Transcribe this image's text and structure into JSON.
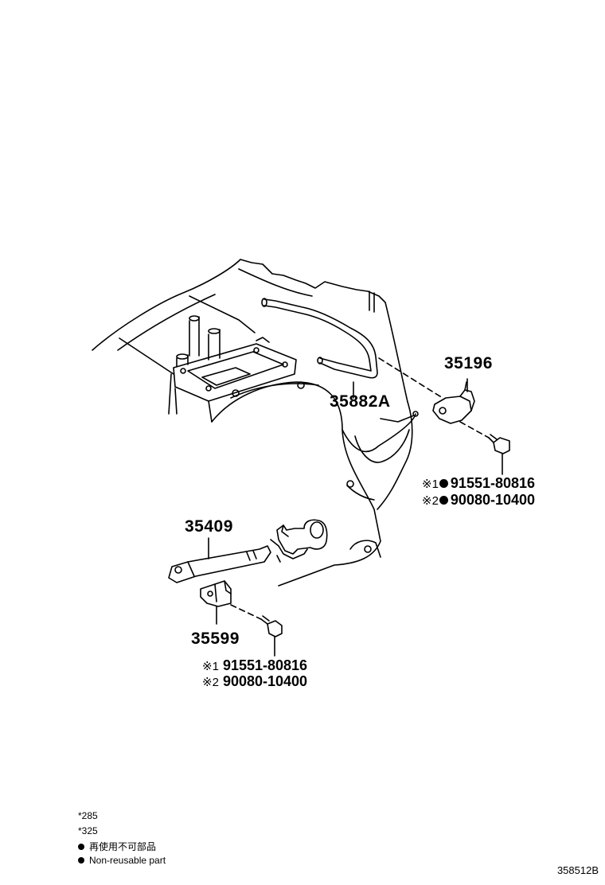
{
  "parts": {
    "p35196": "35196",
    "p35882a": "35882A",
    "p35409": "35409",
    "p35599": "35599"
  },
  "refs_top": {
    "line1_mark": "※1",
    "line1_number": "91551-80816",
    "line2_mark": "※2",
    "line2_number": "90080-10400"
  },
  "refs_bottom": {
    "line1_mark": "※1",
    "line1_number": "91551-80816",
    "line2_mark": "※2",
    "line2_number": "90080-10400"
  },
  "legend": {
    "star1": "*285",
    "star2": "*325",
    "nonreusable_ja": "再使用不可部品",
    "nonreusable_en": "Non-reusable part"
  },
  "diagram_code": "358512B"
}
